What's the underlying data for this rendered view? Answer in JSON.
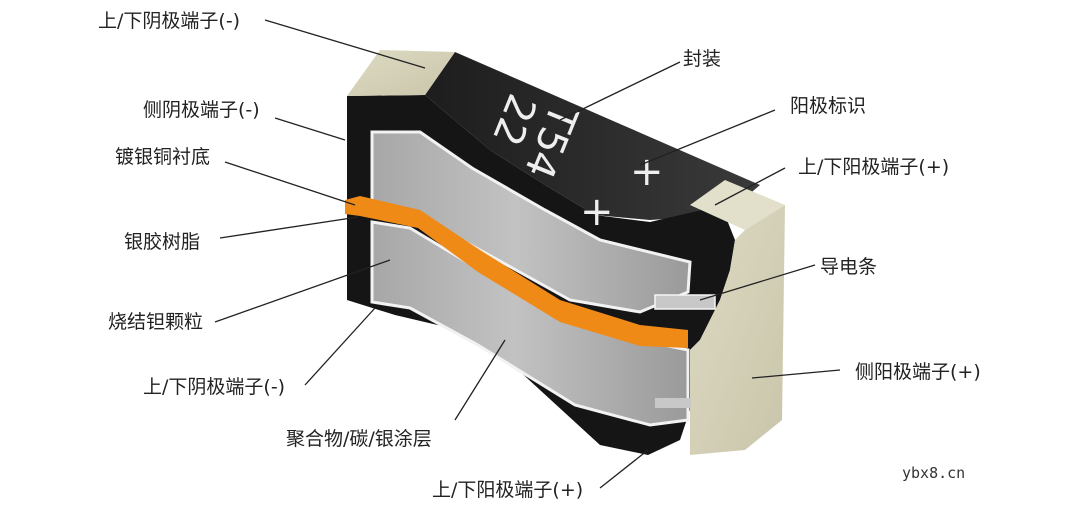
{
  "labels": {
    "top_cathode_terminal": "上/下阴极端子(-)",
    "side_cathode_terminal": "侧阴极端子(-)",
    "silver_copper_substrate": "镀银铜衬底",
    "silver_epoxy": "银胶树脂",
    "sintered_tantalum": "烧结钽颗粒",
    "bottom_cathode_terminal": "上/下阴极端子(-)",
    "polymer_coating": "聚合物/碳/银涂层",
    "bottom_anode_terminal": "上/下阳极端子(+)",
    "package": "封装",
    "anode_mark": "阳极标识",
    "top_anode_terminal": "上/下阳极端子(+)",
    "lead_strip": "导电条",
    "side_anode_terminal": "侧阳极端子(+)"
  },
  "marking": {
    "code": "T54",
    "value": "22",
    "plus": "+"
  },
  "watermark": "ybx8.cn",
  "colors": {
    "body": "#2b2b2b",
    "terminal": "#d8d4bb",
    "tantalum": "#b8b8b8",
    "copper": "#f08a16"
  }
}
